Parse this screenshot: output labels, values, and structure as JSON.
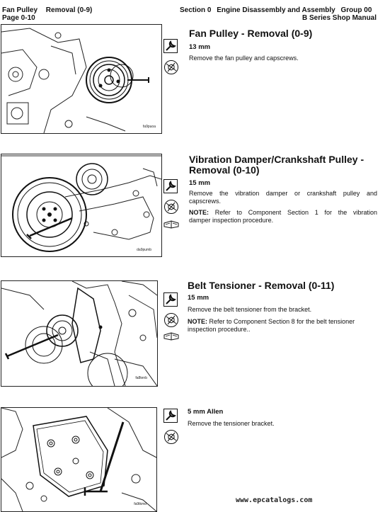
{
  "header": {
    "left_title": "Fan Pulley",
    "left_subtitle": "Removal (0-9)",
    "page": "Page 0-10",
    "section": "Section 0",
    "section_title": "Engine Disassembly and Assembly",
    "group": "Group 00",
    "manual": "B Series Shop Manual"
  },
  "sections": [
    {
      "title": "Fan Pulley - Removal (0-9)",
      "spec": "13 mm",
      "text": "Remove the fan pulley and capscrews.",
      "figure_tag": "fa9puoa",
      "icons": [
        "wrench-icon",
        "socket-icon"
      ]
    },
    {
      "title_line1": "Vibration Damper/Crankshaft Pulley -",
      "title_line2": "Removal (0-10)",
      "spec": "15 mm",
      "text_line1": "Remove the vibration damper or crankshaft pulley and",
      "text_line2": "capscrews.",
      "note_label": "NOTE:",
      "note_line1": "Refer to Component Section 1 for the vibration",
      "note_line2": "damper inspection procedure.",
      "figure_tag": "da9pumb",
      "icons": [
        "wrench-icon",
        "socket-icon",
        "book-icon"
      ]
    },
    {
      "title": "Belt Tensioner - Removal (0-11)",
      "spec": "15 mm",
      "text": "Remove the belt tensioner from the bracket.",
      "note_label": "NOTE:",
      "note_line1": "Refer to Component Section 8 for the belt tensioner",
      "note_line2": "inspection procedure..",
      "figure_tag": "fa8tenb",
      "icons": [
        "wrench-icon",
        "socket-icon",
        "book-icon"
      ]
    },
    {
      "spec": "5 mm Allen",
      "text": "Remove the tensioner bracket.",
      "figure_tag": "fa9tkmd",
      "icons": [
        "wrench-icon",
        "socket-icon"
      ]
    }
  ],
  "watermark": "www.epcatalogs.com"
}
